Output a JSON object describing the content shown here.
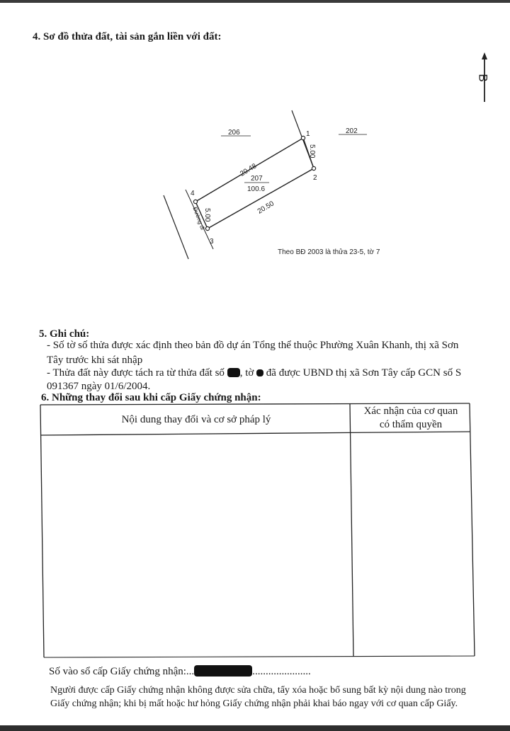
{
  "section4": {
    "title": "4. Sơ đồ thửa đất, tài sản gắn liền với đất:"
  },
  "compass": {
    "north_label": "B",
    "icon": "north-arrow-icon"
  },
  "diagram": {
    "neighbor_left": "206",
    "neighbor_right": "202",
    "parcel_number": "207",
    "parcel_area": "100.6",
    "edge_top": "20.48",
    "edge_bottom": "20.50",
    "edge_right": "5.00",
    "edge_left": "5.00",
    "corner_1": "1",
    "corner_2": "2",
    "corner_3": "3",
    "corner_4": "4",
    "road_label": "Đường đi",
    "map_note": "Theo BĐ 2003 là thửa 23-5, tờ 7"
  },
  "section5": {
    "title": "5. Ghi chú:",
    "line1": "- Số tờ số thửa được xác định theo bản đồ dự án Tổng thể thuộc Phường Xuân Khanh, thị xã Sơn",
    "line2": "Tây trước khi sát nhập",
    "line3a": "- Thửa đất này được tách ra từ thửa đất số",
    "line3b": ", tờ",
    "line3c": "đã được UBND thị xã Sơn Tây cấp GCN số S",
    "line4": "091367 ngày 01/6/2004."
  },
  "section6": {
    "title": "6. Những thay đổi sau khi cấp Giấy chứng nhận:",
    "col1": "Nội dung thay đổi và cơ sở pháp lý",
    "col2_line1": "Xác nhận của cơ quan",
    "col2_line2": "có thẩm quyền"
  },
  "footer": {
    "registry_label": "Số vào sổ cấp Giấy chứng nhận:...",
    "registry_dots": "......................",
    "warning_line1": "Người được cấp Giấy chứng nhận không được sửa chữa, tẩy xóa hoặc bổ sung bất kỳ nội dung nào trong",
    "warning_line2": "Giấy chứng nhận; khi bị mất hoặc hư hỏng Giấy chứng nhận phải khai báo ngay với cơ quan cấp Giấy."
  }
}
